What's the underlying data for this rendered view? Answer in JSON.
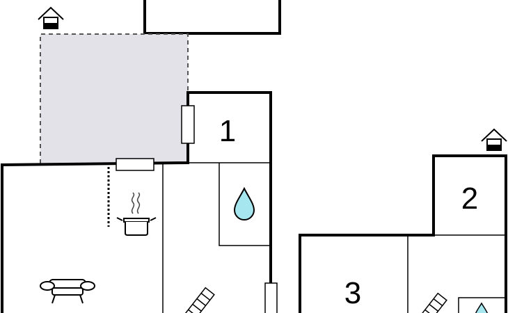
{
  "floorplan": {
    "rooms": [
      {
        "label": "1",
        "kind": "bedroom"
      },
      {
        "label": "2",
        "kind": "bedroom"
      },
      {
        "label": "3",
        "kind": "bedroom"
      }
    ],
    "icons": [
      "house-entrance-icon",
      "house-entrance-icon",
      "water-drop-icon",
      "water-drop-icon",
      "cooking-pot-icon",
      "sofa-icon",
      "stairs-icon",
      "stairs-icon",
      "window-icon",
      "window-icon",
      "window-icon"
    ],
    "colors": {
      "wall": "#000000",
      "terrace_fill": "#e2e2e8",
      "terrace_outline": "#555555",
      "water": "#a6e6ef",
      "background": "#ffffff"
    }
  }
}
